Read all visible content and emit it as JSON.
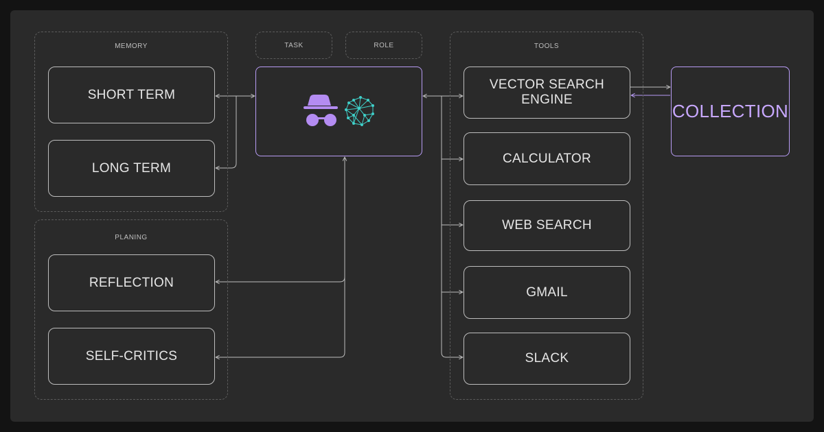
{
  "groups": {
    "memory": "MEMORY",
    "planning": "PLANING",
    "tools": "TOOLS"
  },
  "context": {
    "task": "TASK",
    "role": "ROLE"
  },
  "memory_nodes": [
    "SHORT TERM",
    "LONG TERM"
  ],
  "planning_nodes": [
    "REFLECTION",
    "SELF-CRITICS"
  ],
  "tool_nodes": [
    "VECTOR SEARCH\nENGINE",
    "CALCULATOR",
    "WEB SEARCH",
    "GMAIL",
    "SLACK"
  ],
  "collection": "COLLECTION",
  "agent": {
    "icons": [
      "incognito-agent-icon",
      "neural-network-icon"
    ]
  },
  "colors": {
    "background": "#2a2a2a",
    "outer": "#131313",
    "node_border": "#bdbdbd",
    "accent": "#b89cf5",
    "incognito": "#b48cf2",
    "network": "#3fd0c9"
  }
}
